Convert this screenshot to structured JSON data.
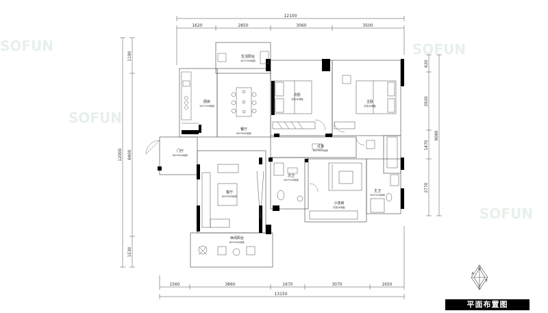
{
  "title": "平面布置图",
  "dimensions": {
    "top_total": "12100",
    "top_segments": [
      "1620",
      "2850",
      "3060",
      "3500"
    ],
    "bottom_segments": [
      "1560",
      "3860",
      "1670",
      "3070",
      "1650"
    ],
    "bottom_total": "13150",
    "left_segments": [
      "1190",
      "8400",
      "1530"
    ],
    "left_total": "12000",
    "right_segments": [
      "620",
      "2920",
      "1470",
      "2770"
    ],
    "right_total": "9080"
  },
  "rooms": [
    {
      "name": "生活阳台",
      "sub": "300*300地砖"
    },
    {
      "name": "厨房",
      "sub": "300*300地砖"
    },
    {
      "name": "餐厅",
      "sub": "800*800地砖"
    },
    {
      "name": "门厅",
      "sub": "800*800地砖"
    },
    {
      "name": "客厅",
      "sub": "800*800地砖"
    },
    {
      "name": "休闲阳台",
      "sub": "600*600地砖"
    },
    {
      "name": "次卧",
      "sub": "仿实木地板"
    },
    {
      "name": "主卧",
      "sub": "仿实木地板"
    },
    {
      "name": "过道",
      "sub": "800*800地砖"
    },
    {
      "name": "次卫",
      "sub": "300*300地砖"
    },
    {
      "name": "主卫",
      "sub": "300*300地砖"
    },
    {
      "name": "小孩房",
      "sub": "仿实木地板"
    }
  ],
  "compass": [
    "A",
    "B",
    "C",
    "D"
  ],
  "watermark": "SOFUN",
  "colors": {
    "line": "#555555",
    "wall": "#000000",
    "dim": "#444444"
  }
}
